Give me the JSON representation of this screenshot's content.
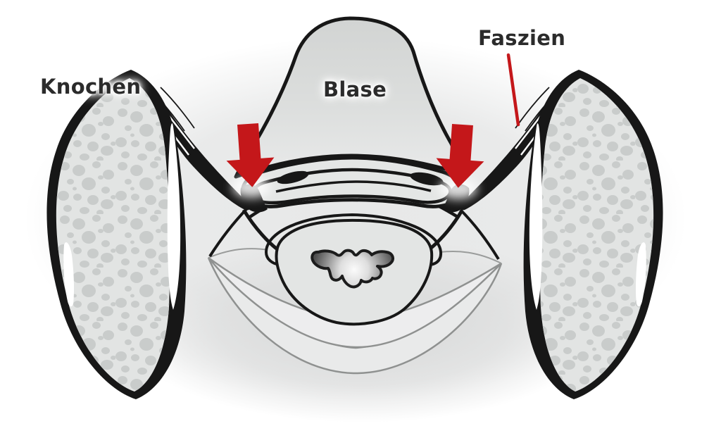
{
  "labels": {
    "bone": "Knochen",
    "bladder": "Blase",
    "fascia": "Faszien"
  },
  "icons": {
    "left_pressure_arrow": "down-arrow",
    "right_pressure_arrow": "down-arrow",
    "fascia_pointer": "leader-line"
  },
  "colors": {
    "arrow_red": "#c4171a",
    "leader_red": "#c4171a",
    "outline_black": "#171717",
    "tissue_fill": "#e3e5e4",
    "bone_fill": "#e2e4e3",
    "bone_spots": "#c9cccb",
    "muscle_outline": "#8f9190",
    "label_text": "#2b2b2b",
    "background": "#ffffff"
  }
}
